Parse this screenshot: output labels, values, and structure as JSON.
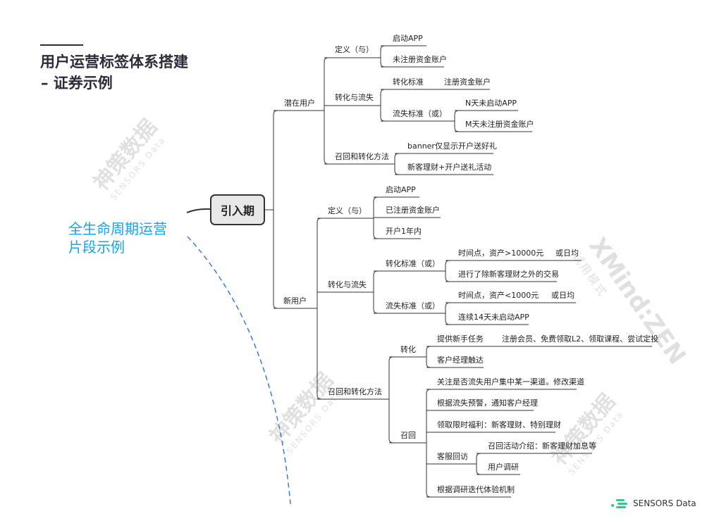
{
  "title": {
    "line1": "用户运营标签体系搭建",
    "line2": " – 证券示例"
  },
  "subtitle": {
    "line1": "全生命周期运营",
    "line2": "片段示例"
  },
  "root": "引入期",
  "potential": {
    "label": "潜在用户",
    "def": {
      "label": "定义（与）",
      "items": [
        "启动APP",
        "未注册资金账户"
      ]
    },
    "conv": {
      "label": "转化与流失",
      "std": "转化标准",
      "std_value": "注册资金账户",
      "churn": "流失标准（或）",
      "churn_items": [
        "N天未启动APP",
        "M天未注册资金账户"
      ]
    },
    "method": {
      "label": "召回和转化方法",
      "items": [
        "banner仅显示开户送好礼",
        "新客理财+开户送礼活动"
      ]
    }
  },
  "newuser": {
    "label": "新用户",
    "def": {
      "label": "定义（与）",
      "items": [
        "启动APP",
        "已注册资金账户",
        "开户1年内"
      ]
    },
    "conv": {
      "label": "转化与流失",
      "std": "转化标准（或）",
      "std_items": [
        "时间点，资产>10000元",
        "进行了除新客理财之外的交易"
      ],
      "std_note": "或日均",
      "churn": "流失标准（或）",
      "churn_items": [
        "时间点，资产<1000元",
        "连续14天未启动APP"
      ],
      "churn_note": "或日均"
    },
    "method": {
      "label": "召回和转化方法",
      "convert": {
        "label": "转化",
        "task": "提供新手任务",
        "task_detail": "注册会员、免费领取L2、领取课程、尝试定投",
        "manager": "客户经理触达"
      },
      "recall": {
        "label": "召回",
        "items": [
          "关注是否流失用户集中某一渠道。修改渠道",
          "根据流失预警，通知客户经理",
          "领取限时福利：新客理财、特别理财"
        ],
        "visit": "客服回访",
        "visit_items": [
          "召回活动介绍：新客理财加息等",
          "用户调研"
        ],
        "last": "根据调研迭代体验机制"
      }
    }
  },
  "watermark": {
    "cn": "神策数据",
    "en": "SENSORS Data",
    "xmind": "XMind:ZEN",
    "trial": "试用模式"
  },
  "logo": {
    "text": "SENSORS Data",
    "color": "#2fc98f"
  },
  "colors": {
    "accent": "#1aa3e8",
    "line": "#333333"
  }
}
